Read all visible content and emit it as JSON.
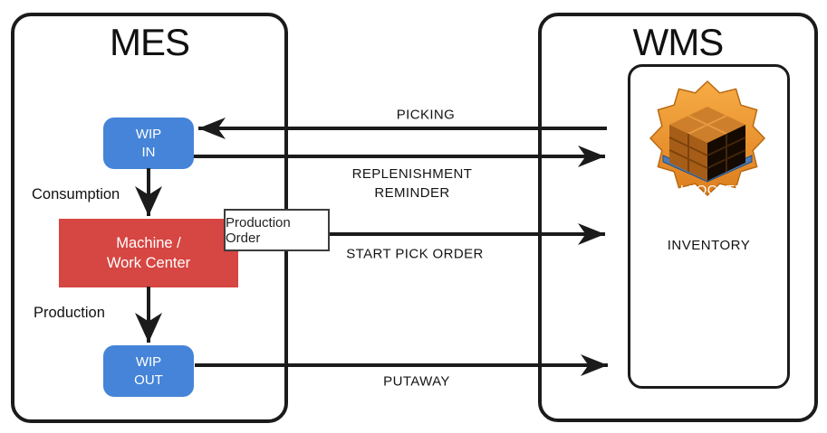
{
  "mes": {
    "title": "MES",
    "wip_in_label": "WIP\nIN",
    "machine_label": "Machine /\nWork Center",
    "wip_out_label": "WIP\nOUT",
    "consumption_label": "Consumption",
    "production_label": "Production",
    "production_order_label": "Production Order"
  },
  "wms": {
    "title": "WMS",
    "inventory_label": "INVENTORY",
    "allocate_label": "ALLOCATE"
  },
  "flows": {
    "picking": {
      "label": "PICKING",
      "direction": "wms-to-mes"
    },
    "replenishment": {
      "label": "REPLENISHMENT\nREMINDER",
      "direction": "mes-to-wms"
    },
    "start_pick_order": {
      "label": "START PICK ORDER",
      "direction": "mes-to-wms"
    },
    "putaway": {
      "label": "PUTAWAY",
      "direction": "mes-to-wms"
    }
  },
  "colors": {
    "node_blue": "#4584D8",
    "machine_red": "#D64642",
    "badge_orange": "#EE9430",
    "pallet_blue": "#4C7CB8",
    "line_black": "#1B1B1B"
  }
}
